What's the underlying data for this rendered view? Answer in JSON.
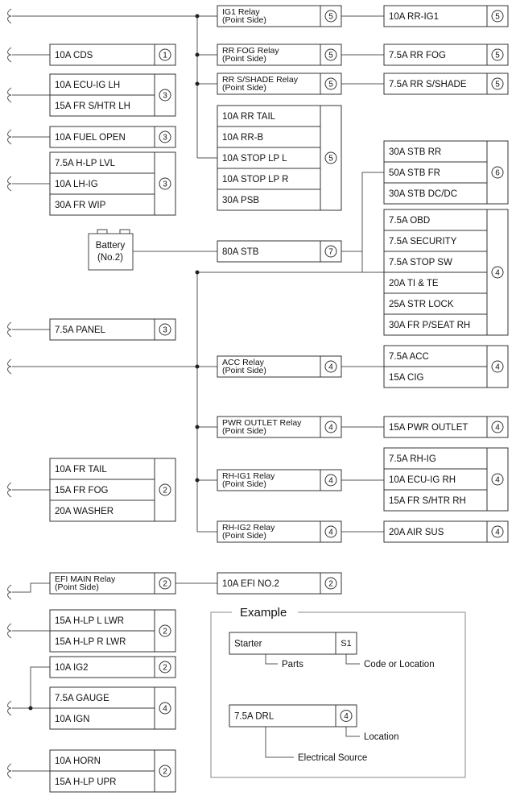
{
  "boxes": [
    {
      "id": "cds",
      "labels": [
        "10A CDS"
      ],
      "code": "1"
    },
    {
      "id": "ecu-ig-lh",
      "labels": [
        "10A ECU-IG LH",
        "15A FR S/HTR LH"
      ],
      "code": "3"
    },
    {
      "id": "fuel-open",
      "labels": [
        "10A FUEL OPEN"
      ],
      "code": "3"
    },
    {
      "id": "hlp-group",
      "labels": [
        "7.5A H-LP LVL",
        "10A LH-IG",
        "30A FR WIP"
      ],
      "code": "3"
    },
    {
      "id": "panel",
      "labels": [
        "7.5A PANEL"
      ],
      "code": "3"
    },
    {
      "id": "fr-tail",
      "labels": [
        "10A FR TAIL",
        "15A FR FOG",
        "20A WASHER"
      ],
      "code": "2"
    },
    {
      "id": "efi-main",
      "labels": [
        "EFI MAIN Relay",
        "(Point Side)"
      ],
      "code": "2"
    },
    {
      "id": "hlp-lwr",
      "labels": [
        "15A H-LP L LWR",
        "15A H-LP R LWR"
      ],
      "code": "2"
    },
    {
      "id": "ig2",
      "labels": [
        "10A IG2"
      ],
      "code": "2"
    },
    {
      "id": "gauge",
      "labels": [
        "7.5A GAUGE",
        "10A IGN"
      ],
      "code": "4"
    },
    {
      "id": "horn",
      "labels": [
        "10A HORN",
        "15A H-LP UPR"
      ],
      "code": "2"
    },
    {
      "id": "ig1-relay",
      "labels": [
        "IG1 Relay",
        "(Point Side)"
      ],
      "code": "5"
    },
    {
      "id": "rr-fog-relay",
      "labels": [
        "RR FOG Relay",
        "(Point Side)"
      ],
      "code": "5"
    },
    {
      "id": "rr-shade-relay",
      "labels": [
        "RR S/SHADE Relay",
        "(Point Side)"
      ],
      "code": "5"
    },
    {
      "id": "rr-tail",
      "labels": [
        "10A RR TAIL",
        "10A RR-B",
        "10A STOP LP L",
        "10A STOP LP R",
        "30A PSB"
      ],
      "code": "5"
    },
    {
      "id": "stb",
      "labels": [
        "80A STB"
      ],
      "code": "7"
    },
    {
      "id": "acc-relay",
      "labels": [
        "ACC Relay",
        "(Point Side)"
      ],
      "code": "4"
    },
    {
      "id": "pwr-outlet-relay",
      "labels": [
        "PWR OUTLET Relay",
        "(Point Side)"
      ],
      "code": "4"
    },
    {
      "id": "rh-ig1-relay",
      "labels": [
        "RH-IG1 Relay",
        "(Point Side)"
      ],
      "code": "4"
    },
    {
      "id": "rh-ig2-relay",
      "labels": [
        "RH-IG2 Relay",
        "(Point Side)"
      ],
      "code": "4"
    },
    {
      "id": "efi-no2",
      "labels": [
        "10A EFI NO.2"
      ],
      "code": "2"
    },
    {
      "id": "rr-ig1",
      "labels": [
        "10A RR-IG1"
      ],
      "code": "5"
    },
    {
      "id": "rr-fog",
      "labels": [
        "7.5A RR FOG"
      ],
      "code": "5"
    },
    {
      "id": "rr-shade",
      "labels": [
        "7.5A RR S/SHADE"
      ],
      "code": "5"
    },
    {
      "id": "stb-rr",
      "labels": [
        "30A STB RR",
        "50A STB FR",
        "30A STB DC/DC"
      ],
      "code": "6"
    },
    {
      "id": "obd",
      "labels": [
        "7.5A OBD",
        "7.5A SECURITY",
        "7.5A STOP SW",
        "20A TI & TE",
        "25A STR LOCK",
        "30A FR P/SEAT RH"
      ],
      "code": "4"
    },
    {
      "id": "acc",
      "labels": [
        "7.5A ACC",
        "15A CIG"
      ],
      "code": "4"
    },
    {
      "id": "pwr-outlet",
      "labels": [
        "15A PWR OUTLET"
      ],
      "code": "4"
    },
    {
      "id": "rh-ig",
      "labels": [
        "7.5A RH-IG",
        "10A ECU-IG RH",
        "15A FR S/HTR RH"
      ],
      "code": "4"
    },
    {
      "id": "air-sus",
      "labels": [
        "20A AIR SUS"
      ],
      "code": "4"
    },
    {
      "id": "ex-starter",
      "labels": [
        "Starter"
      ],
      "code": "S1"
    },
    {
      "id": "ex-drl",
      "labels": [
        "7.5A DRL"
      ],
      "code": "4"
    }
  ],
  "battery": {
    "line1": "Battery",
    "line2": "(No.2)"
  },
  "example": {
    "title": "Example",
    "parts": "Parts",
    "code_or_location": "Code or Location",
    "location": "Location",
    "electrical_source": "Electrical Source"
  }
}
